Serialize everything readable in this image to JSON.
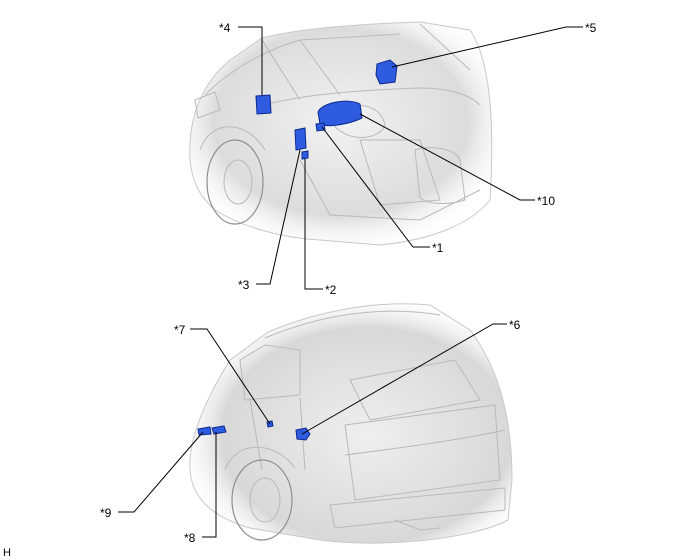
{
  "figure_code": "H",
  "callouts": {
    "c1": "*1",
    "c2": "*2",
    "c3": "*3",
    "c4": "*4",
    "c5": "*5",
    "c6": "*6",
    "c7": "*7",
    "c8": "*8",
    "c9": "*9",
    "c10": "*10"
  },
  "colors": {
    "component_highlight": "#2f5be0",
    "vehicle_shading": "#e6e6e6"
  }
}
